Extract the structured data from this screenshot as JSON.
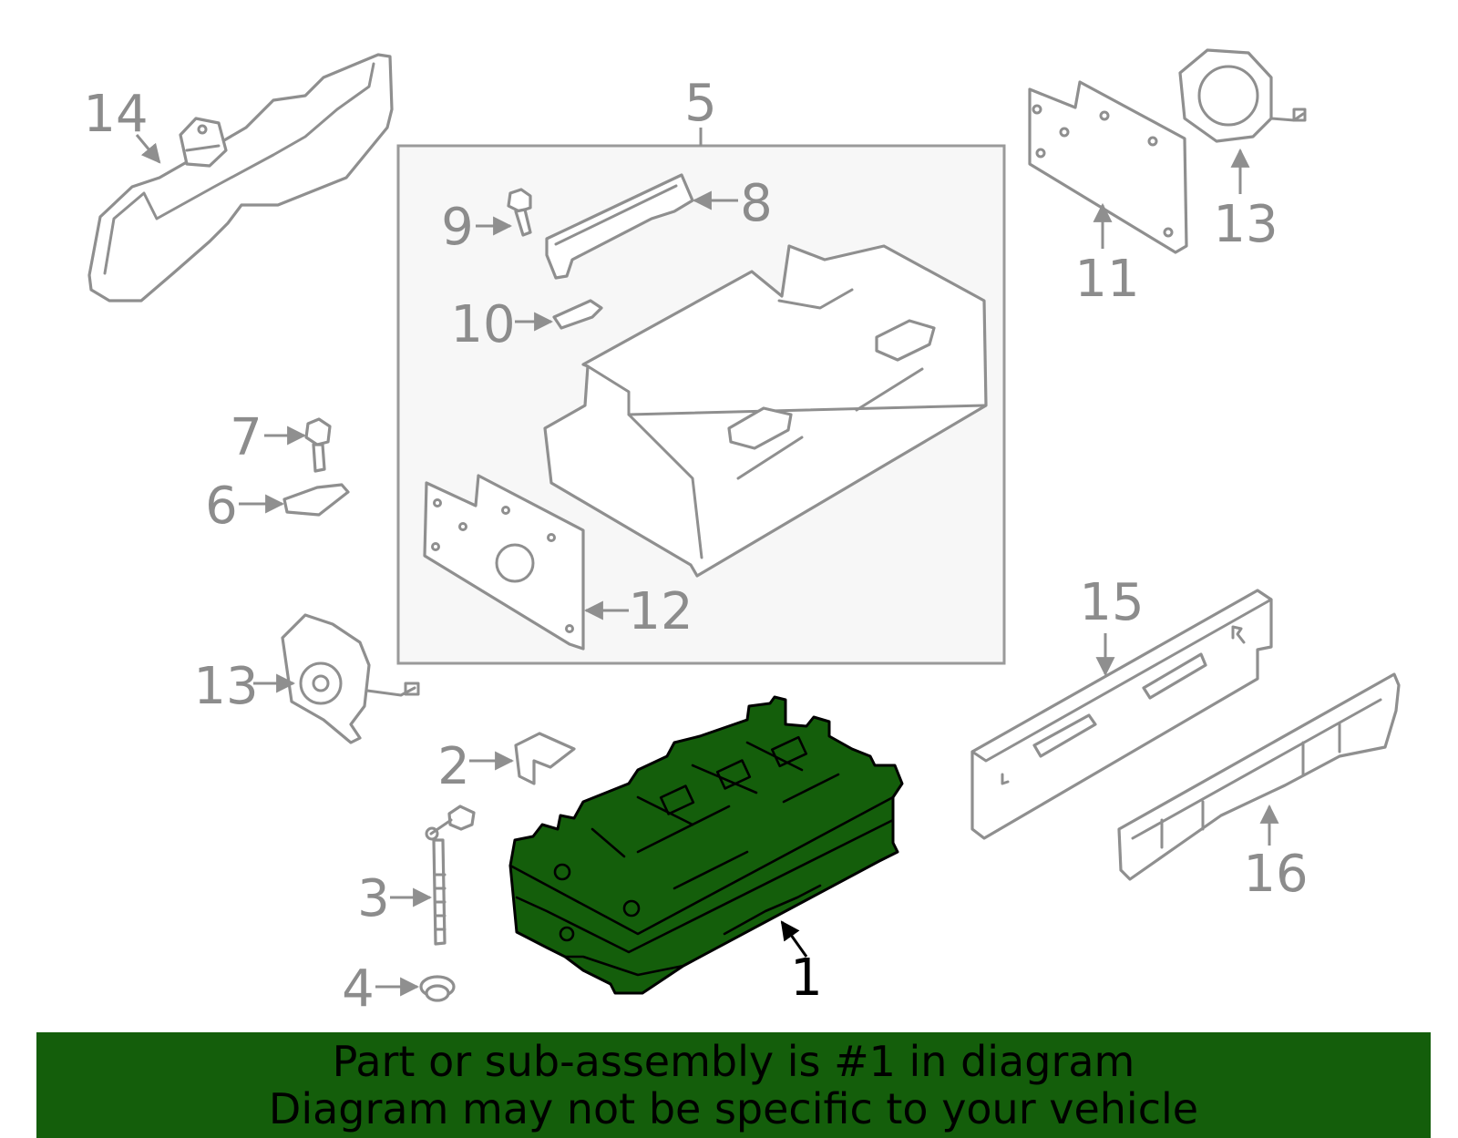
{
  "callouts": {
    "c1": "1",
    "c2": "2",
    "c3": "3",
    "c4": "4",
    "c5": "5",
    "c6": "6",
    "c7": "7",
    "c8": "8",
    "c9": "9",
    "c10": "10",
    "c11": "11",
    "c12": "12",
    "c13a": "13",
    "c13b": "13",
    "c14": "14",
    "c15": "15",
    "c16": "16"
  },
  "highlight_color": "#145e0b",
  "banner": {
    "line1": "Part or sub-assembly is #1 in diagram",
    "line2": "Diagram may not be specific to your vehicle"
  }
}
